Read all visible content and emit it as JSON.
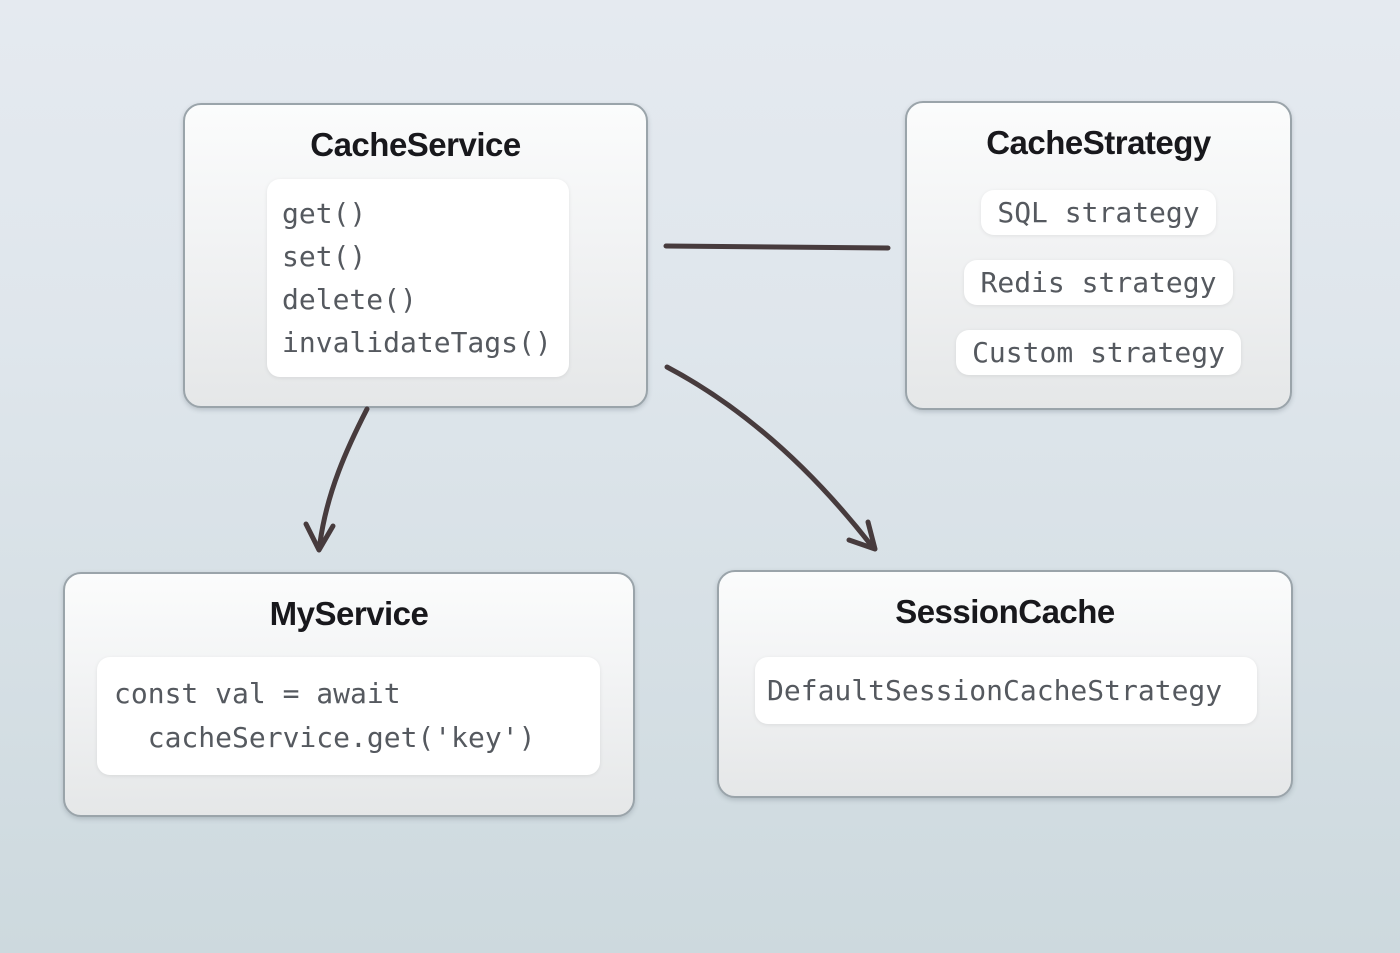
{
  "diagram": {
    "background_gradient_top": "#e5eaf0",
    "background_gradient_bottom": "#cdd9de",
    "arrow_color": "#473b3d",
    "box_border_color": "#9aa4aa",
    "title_color": "#18181c",
    "code_color": "#55595f"
  },
  "boxes": {
    "cache_service": {
      "title": "CacheService",
      "methods": [
        "get()",
        "set()",
        "delete()",
        "invalidateTags()"
      ]
    },
    "cache_strategy": {
      "title": "CacheStrategy",
      "strategies": [
        "SQL strategy",
        "Redis strategy",
        "Custom strategy"
      ]
    },
    "my_service": {
      "title": "MyService",
      "code_lines": [
        "const val = await",
        "  cacheService.get('key')"
      ]
    },
    "session_cache": {
      "title": "SessionCache",
      "strategy": "DefaultSessionCacheStrategy"
    }
  }
}
